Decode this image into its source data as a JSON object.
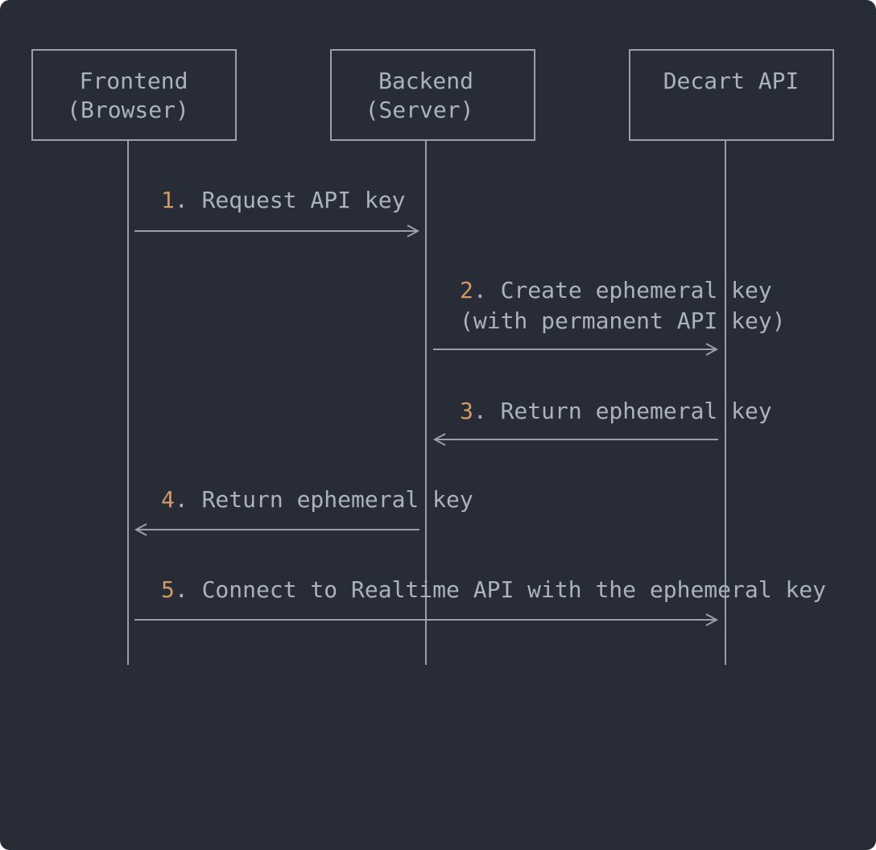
{
  "participants": [
    {
      "id": "frontend",
      "line1": "Frontend",
      "line2": "(Browser)"
    },
    {
      "id": "backend",
      "line1": "Backend",
      "line2": "(Server)"
    },
    {
      "id": "decart",
      "line1": "Decart API",
      "line2": ""
    }
  ],
  "messages": [
    {
      "number": "1",
      "text": ". Request API key",
      "text2": ""
    },
    {
      "number": "2",
      "text": ". Create ephemeral key",
      "text2": "(with permanent API key)"
    },
    {
      "number": "3",
      "text": ". Return ephemeral key",
      "text2": ""
    },
    {
      "number": "4",
      "text": ". Return ephemeral key",
      "text2": ""
    },
    {
      "number": "5",
      "text": ". Connect to Realtime API with the ephemeral key",
      "text2": ""
    }
  ],
  "colors": {
    "background": "#282c36",
    "text": "#abb2bf",
    "number": "#d19a66",
    "lines": "#9aa0ab"
  }
}
